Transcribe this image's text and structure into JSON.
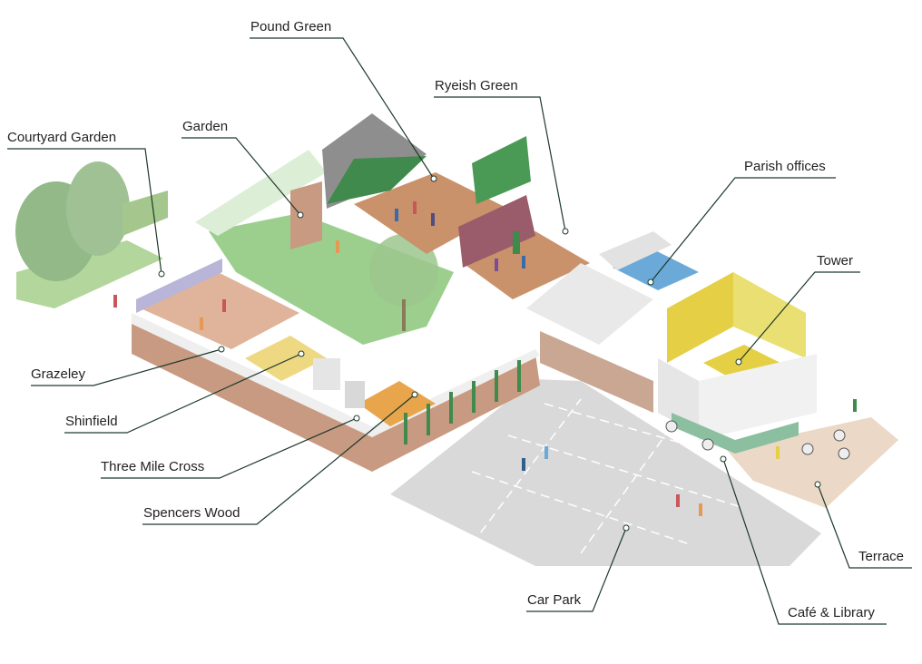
{
  "labels": {
    "pound_green": "Pound Green",
    "ryeish_green": "Ryeish Green",
    "courtyard_garden": "Courtyard Garden",
    "garden": "Garden",
    "parish_offices": "Parish offices",
    "tower": "Tower",
    "grazeley": "Grazeley",
    "shinfield": "Shinfield",
    "three_mile_cross": "Three Mile Cross",
    "spencers_wood": "Spencers Wood",
    "car_park": "Car Park",
    "terrace": "Terrace",
    "cafe_library": "Café & Library"
  },
  "colors": {
    "wall_brick": "#c99a82",
    "floor_wood": "#c9926a",
    "lawn": "#9ccf8e",
    "roof_green": "#3f8a4c",
    "roof_grey": "#8e8e8e",
    "tower_yellow": "#e4cf45",
    "glass_blue": "#6aa9d8",
    "paving": "#d9d9d9",
    "terrace": "#ebd8c6",
    "tree": "#93b988",
    "leader_line": "#1d3a2c"
  }
}
